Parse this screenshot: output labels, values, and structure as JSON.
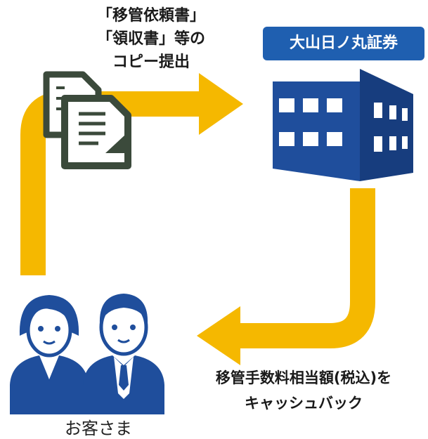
{
  "docs_request": {
    "line1": "「移管依頼書」",
    "line2": "「領収書」等の",
    "line3": "コピー提出"
  },
  "company": {
    "name": "大山日ノ丸証券"
  },
  "cashback": {
    "line1": "移管手数料相当額(税込)を",
    "line2": "キャッシュバック"
  },
  "customer": {
    "label": "お客さま"
  },
  "colors": {
    "arrow": "#f5b800",
    "building": "#1f4e9c",
    "building_dark": "#173d7e",
    "person": "#1f4e9c",
    "document_border": "#3b4a3b",
    "badge": "#1f5fb0"
  }
}
